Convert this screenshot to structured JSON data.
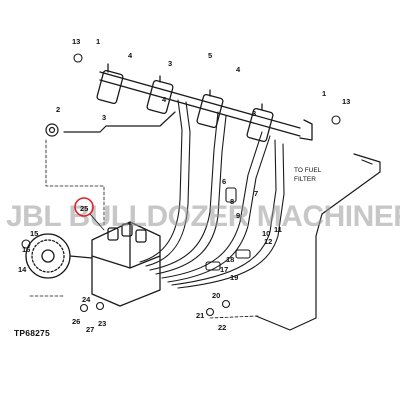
{
  "diagram": {
    "reference_code": "TP68275",
    "note_line1": "TO FUEL",
    "note_line2": "FILTER",
    "highlight_color": "#d9262b",
    "watermark": "JBL BULLDOZER MACHINERYPARTS",
    "part_numbers": {
      "p13_left": "13",
      "p1_left": "1",
      "p4_top": "4",
      "p3_a": "3",
      "p5": "5",
      "p4_mid": "4",
      "p1_right": "1",
      "p13_right": "13",
      "p2": "2",
      "p3_b": "3",
      "p4_c": "4",
      "p3_c": "3",
      "p6": "6",
      "p8": "8",
      "p9": "9",
      "p7": "7",
      "p10": "10",
      "p11": "11",
      "p12": "12",
      "p25": "25",
      "p15": "15",
      "p16": "16",
      "p14": "14",
      "p17": "17",
      "p18": "18",
      "p19": "19",
      "p20": "20",
      "p21": "21",
      "p22": "22",
      "p24": "24",
      "p26": "26",
      "p27": "27",
      "p23": "23"
    }
  }
}
